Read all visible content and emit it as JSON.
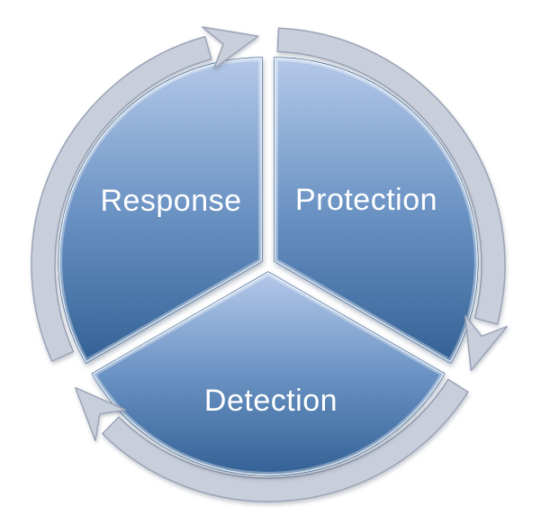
{
  "diagram": {
    "type": "segmented-cycle",
    "direction": "clockwise",
    "segments": [
      {
        "id": "response",
        "label": "Response",
        "position": "upper-left"
      },
      {
        "id": "protection",
        "label": "Protection",
        "position": "upper-right"
      },
      {
        "id": "detection",
        "label": "Detection",
        "position": "bottom"
      }
    ],
    "colors": {
      "segment_gradient_top": "#b5c9e9",
      "segment_gradient_mid": "#6b93c4",
      "segment_gradient_bottom": "#336195",
      "segment_border": "#2f5d92",
      "arrow_fill": "#c9cedb",
      "arrow_border": "#9ba4b6",
      "label_color": "#ffffff",
      "background": "#ffffff"
    }
  }
}
